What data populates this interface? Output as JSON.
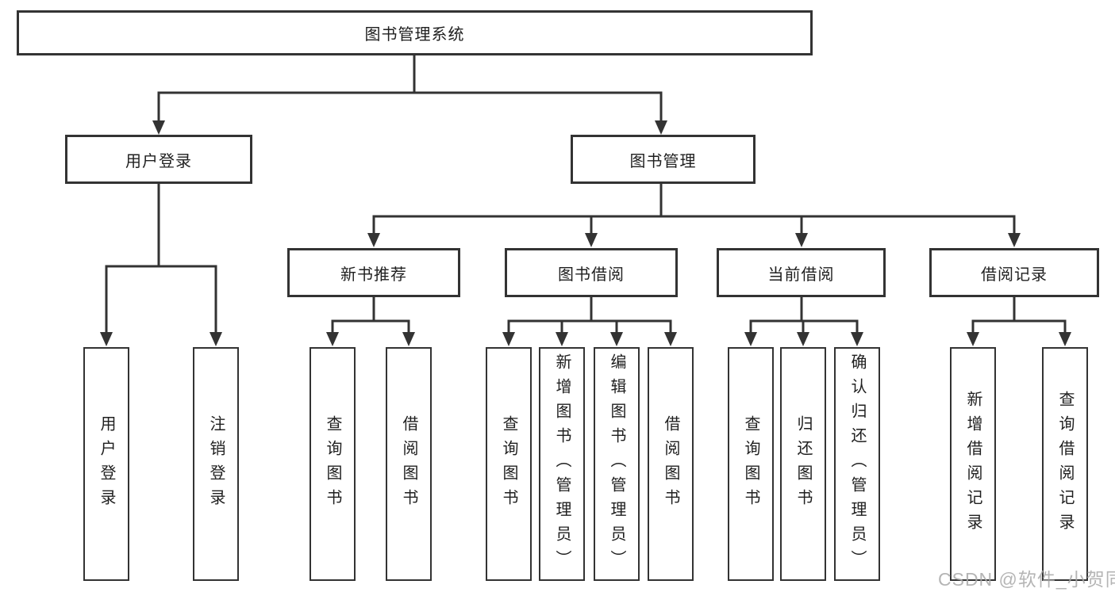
{
  "root": {
    "label": "图书管理系统"
  },
  "level2": [
    {
      "label": "用户登录"
    },
    {
      "label": "图书管理"
    }
  ],
  "level3": [
    {
      "label": "新书推荐"
    },
    {
      "label": "图书借阅"
    },
    {
      "label": "当前借阅"
    },
    {
      "label": "借阅记录"
    }
  ],
  "leaf_groups": [
    {
      "parent": "用户登录",
      "items": [
        {
          "label": "用户登录"
        },
        {
          "label": "注销登录"
        }
      ]
    },
    {
      "parent": "新书推荐",
      "items": [
        {
          "label": "查询图书"
        },
        {
          "label": "借阅图书"
        }
      ]
    },
    {
      "parent": "图书借阅",
      "items": [
        {
          "label": "查询图书"
        },
        {
          "label": "新增图书（管理员）"
        },
        {
          "label": "编辑图书（管理员）"
        },
        {
          "label": "借阅图书"
        }
      ]
    },
    {
      "parent": "当前借阅",
      "items": [
        {
          "label": "查询图书"
        },
        {
          "label": "归还图书"
        },
        {
          "label": "确认归还（管理员）"
        }
      ]
    },
    {
      "parent": "借阅记录",
      "items": [
        {
          "label": "新增借阅记录"
        },
        {
          "label": "查询借阅记录"
        }
      ]
    }
  ],
  "watermark": {
    "text": "CSDN @软件_小贺同学"
  },
  "colors": {
    "line": "#333333",
    "text": "#1f1f1f",
    "watermark": "#a8a8a8",
    "background": "#ffffff"
  }
}
